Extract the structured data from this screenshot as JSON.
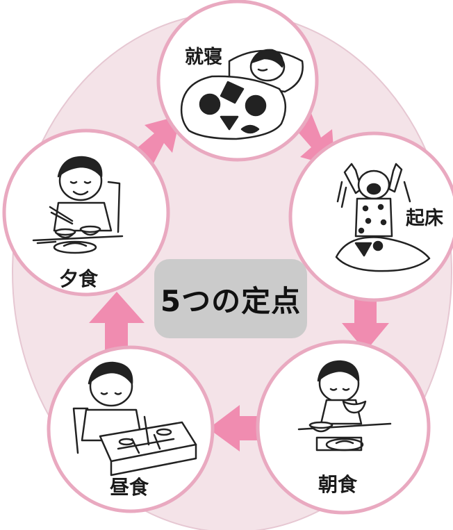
{
  "colors": {
    "background_oval": "#f4e3e8",
    "circle_border": "#e9a9c0",
    "arrow": "#f08cb0",
    "center_box": "#cbcbcb",
    "outline": "#222222"
  },
  "center": {
    "title": "5つの定点"
  },
  "steps": [
    {
      "label": "就寝",
      "icon": "sleeping-person-icon"
    },
    {
      "label": "起床",
      "icon": "waking-person-icon"
    },
    {
      "label": "朝食",
      "icon": "breakfast-person-icon"
    },
    {
      "label": "昼食",
      "icon": "lunch-person-icon"
    },
    {
      "label": "夕食",
      "icon": "dinner-person-icon"
    }
  ]
}
